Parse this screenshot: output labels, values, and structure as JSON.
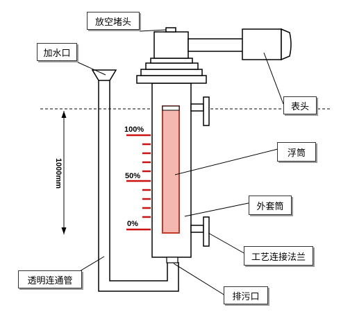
{
  "labels": {
    "vent_plug": "放空堵头",
    "fill_port": "加水口",
    "meter_head": "表头",
    "float_tube": "浮筒",
    "outer_tube": "外套筒",
    "process_flange": "工艺连接法兰",
    "transparent_pipe": "透明连通管",
    "drain_port": "排污口"
  },
  "scale": {
    "ticks": [
      "100%",
      "50%",
      "0%"
    ],
    "height_label": "1000mm"
  },
  "colors": {
    "scale_red": "#cc1111",
    "float_fill": "#f4b8b0",
    "float_stroke": "#c0392b",
    "line": "#000000"
  }
}
